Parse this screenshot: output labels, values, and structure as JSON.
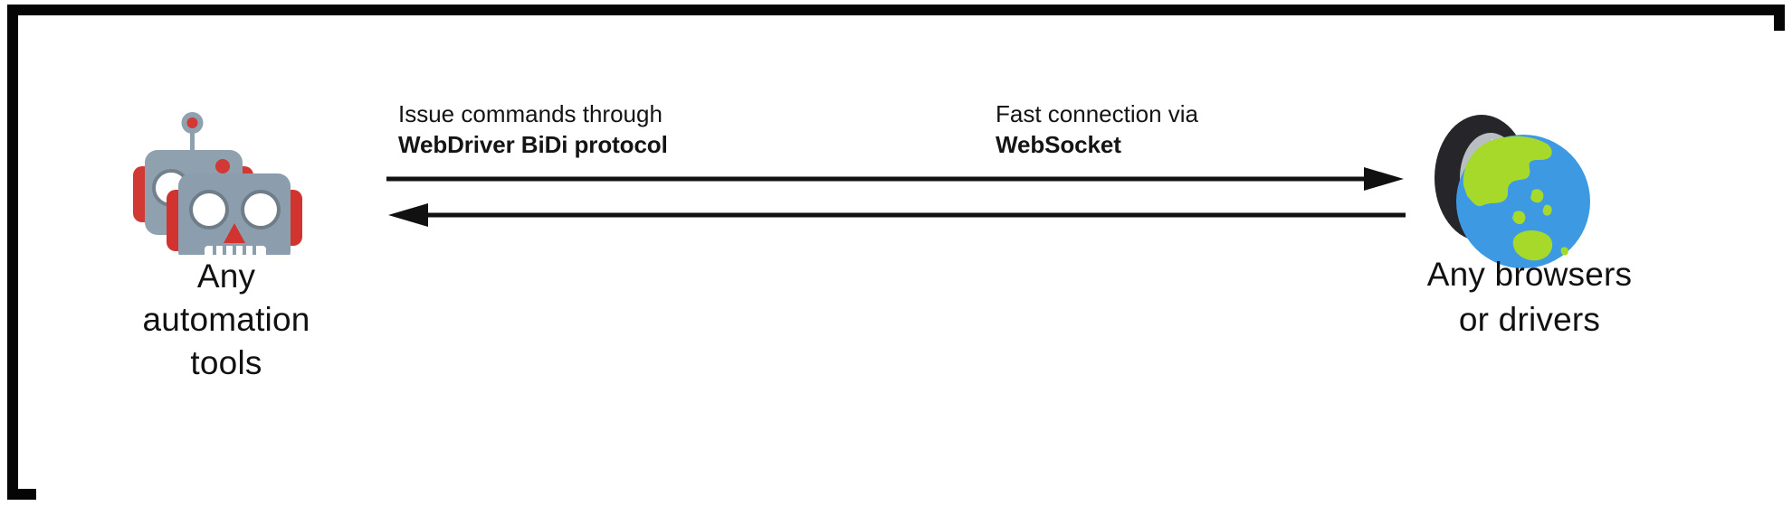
{
  "diagram": {
    "title_present": false,
    "background_color": "#ffffff",
    "border_color": "#050505",
    "text_color": "#141414",
    "arrow_color": "#111111",
    "nodes": [
      {
        "id": "automation-tools",
        "icon": "robot-face-icon",
        "icon_colors": {
          "body": "#8c9ead",
          "accent": "#d1332e",
          "eye": "#ffffff",
          "outline": "#6e7d88"
        },
        "caption_lines": [
          "Any",
          "automation",
          "tools"
        ]
      },
      {
        "id": "browsers-drivers",
        "icon": "globe-with-wheel-icon",
        "icon_colors": {
          "ocean": "#3d9ae2",
          "land": "#a6d92a",
          "tire": "#26262a",
          "rim": "#b9bec3"
        },
        "caption_lines": [
          "Any browsers",
          "or drivers"
        ]
      }
    ],
    "edge_labels": [
      {
        "id": "commands-label",
        "line1": "Issue commands through",
        "line2": "WebDriver BiDi protocol",
        "line2_bold": true
      },
      {
        "id": "socket-label",
        "line1": "Fast connection via",
        "line2": "WebSocket",
        "line2_bold": true
      }
    ],
    "connectors": [
      {
        "id": "request-arrow",
        "direction": "left-to-right",
        "from": "automation-tools",
        "to": "browsers-drivers",
        "style": "solid-line-with-arrowhead"
      },
      {
        "id": "response-arrow",
        "direction": "right-to-left",
        "from": "browsers-drivers",
        "to": "automation-tools",
        "style": "solid-line-with-arrowhead"
      }
    ]
  }
}
